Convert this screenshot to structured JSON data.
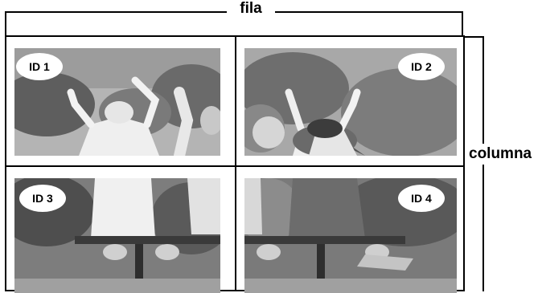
{
  "labels": {
    "row": "fila",
    "column": "columna"
  },
  "screens": [
    {
      "id": "ID 1"
    },
    {
      "id": "ID 2"
    },
    {
      "id": "ID 3"
    },
    {
      "id": "ID 4"
    }
  ]
}
